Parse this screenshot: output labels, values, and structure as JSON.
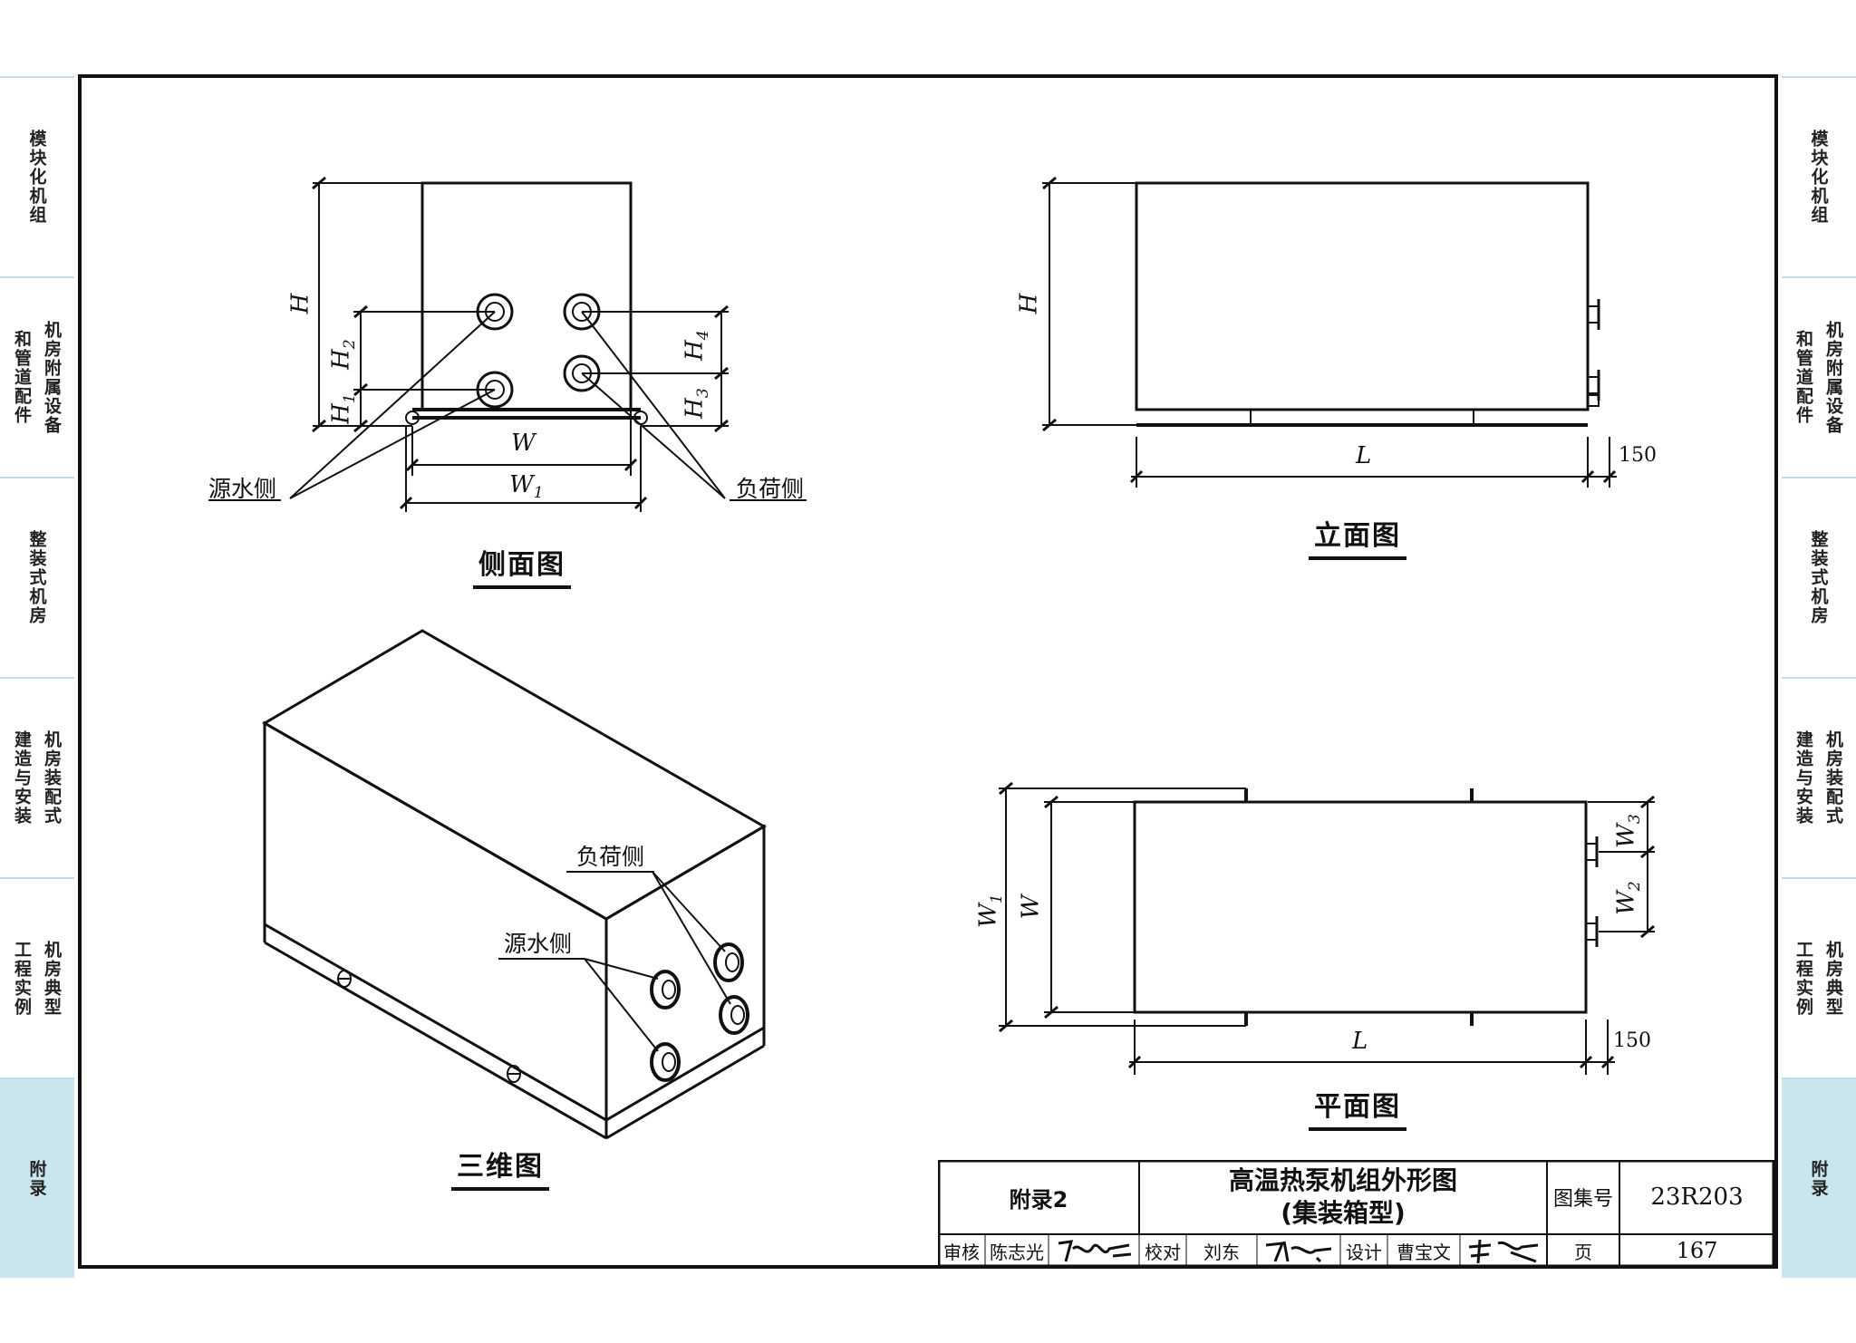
{
  "side_tabs": [
    {
      "lines": [
        "模块化机组"
      ],
      "active": false
    },
    {
      "lines": [
        "机房附属设备",
        "和管道配件"
      ],
      "active": false
    },
    {
      "lines": [
        "整装式机房"
      ],
      "active": false
    },
    {
      "lines": [
        "机房装配式",
        "建造与安装"
      ],
      "active": false
    },
    {
      "lines": [
        "机房典型",
        "工程实例"
      ],
      "active": false
    },
    {
      "lines": [
        "附录"
      ],
      "active": true
    }
  ],
  "views": {
    "side": {
      "title": "侧面图",
      "source_label": "源水侧",
      "load_label": "负荷侧",
      "dims": {
        "H": "H",
        "H2": "H",
        "H2_sub": "2",
        "H1": "H",
        "H1_sub": "1",
        "H4": "H",
        "H4_sub": "4",
        "H3": "H",
        "H3_sub": "3",
        "W": "W",
        "W1": "W",
        "W1_sub": "1"
      }
    },
    "elevation": {
      "title": "立面图",
      "dims": {
        "H": "H",
        "L": "L",
        "offset": "150"
      }
    },
    "plan": {
      "title": "平面图",
      "dims": {
        "W1": "W",
        "W1_sub": "1",
        "W": "W",
        "W3": "W",
        "W3_sub": "3",
        "W2": "W",
        "W2_sub": "2",
        "L": "L",
        "offset": "150"
      }
    },
    "iso": {
      "title": "三维图",
      "load_label": "负荷侧",
      "source_label": "源水侧"
    }
  },
  "title_block": {
    "section": "附录2",
    "title_line1": "高温热泵机组外形图",
    "title_line2": "(集装箱型)",
    "atlas_label": "图集号",
    "atlas_no": "23R203",
    "review_label": "审核",
    "reviewer": "陈志光",
    "check_label": "校对",
    "checker": "刘东",
    "design_label": "设计",
    "designer": "曹宝文",
    "page_label": "页",
    "page_no": "167"
  }
}
